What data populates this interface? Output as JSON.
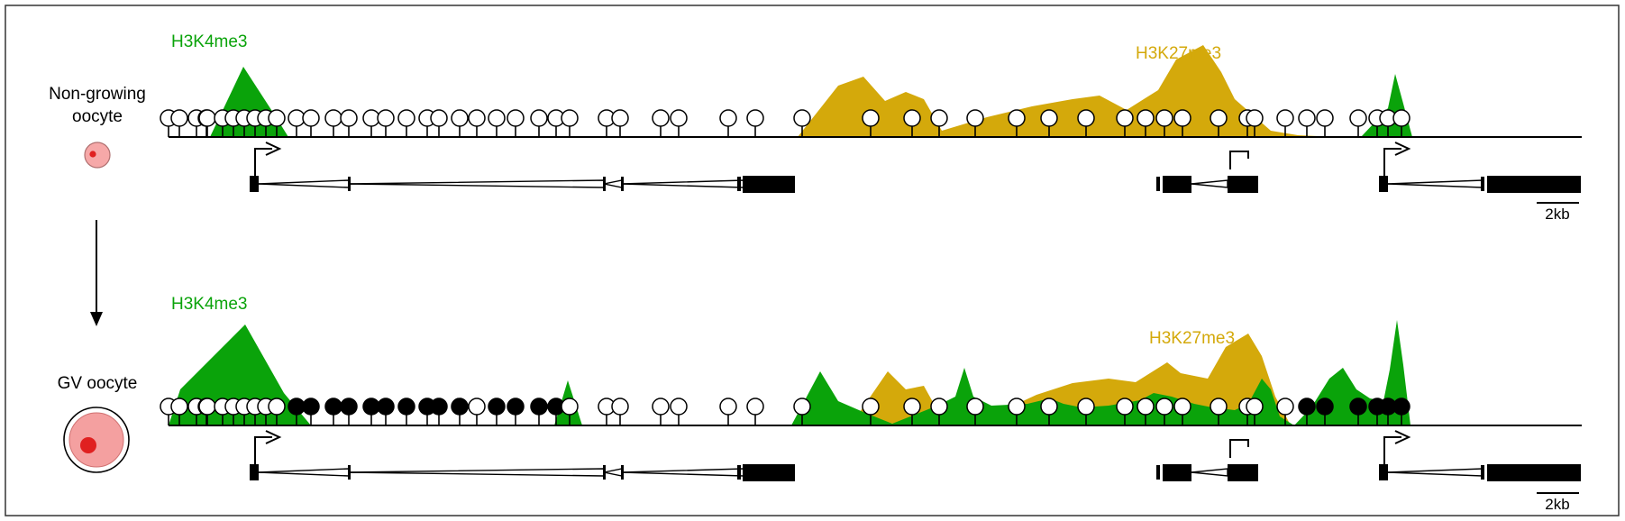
{
  "panels": [
    {
      "cell_label_lines": [
        "Non-growing",
        "oocyte"
      ],
      "marks": [
        {
          "label": "H3K4me3",
          "color": "#0aa30a"
        },
        {
          "label": "H3K27me3",
          "color": "#d4a90b"
        }
      ],
      "scale_label": "2kb",
      "cpg_methylated": [
        false,
        false,
        false,
        false,
        false,
        false,
        false,
        false,
        false,
        false,
        false,
        false,
        false,
        false,
        false,
        false,
        false,
        false,
        false,
        false,
        false,
        false,
        false,
        false,
        false,
        false,
        false,
        false,
        false,
        false,
        false,
        false,
        false,
        false,
        false,
        false,
        false,
        false,
        false,
        false,
        false,
        false,
        false,
        false,
        false,
        false,
        false,
        false,
        false,
        false,
        false,
        false,
        false,
        false,
        false
      ]
    },
    {
      "cell_label_lines": [
        "GV oocyte"
      ],
      "marks": [
        {
          "label": "H3K4me3",
          "color": "#0aa30a"
        },
        {
          "label": "H3K27me3",
          "color": "#d4a90b"
        }
      ],
      "scale_label": "2kb",
      "cpg_methylated": [
        false,
        false,
        false,
        false,
        false,
        false,
        false,
        false,
        false,
        false,
        false,
        true,
        true,
        true,
        true,
        true,
        true,
        true,
        true,
        true,
        true,
        false,
        true,
        true,
        true,
        true,
        false,
        false,
        false,
        false,
        false,
        false,
        false,
        false,
        false,
        false,
        false,
        false,
        false,
        false,
        false,
        false,
        false,
        false,
        false,
        false,
        false,
        false,
        false,
        true,
        true,
        true,
        true,
        true,
        true
      ]
    }
  ],
  "colors": {
    "h3k4me3": "#0aa30a",
    "h3k27me3": "#d4a90b",
    "cell_fill": "#f4a0a0",
    "nucleus": "#e02020"
  }
}
